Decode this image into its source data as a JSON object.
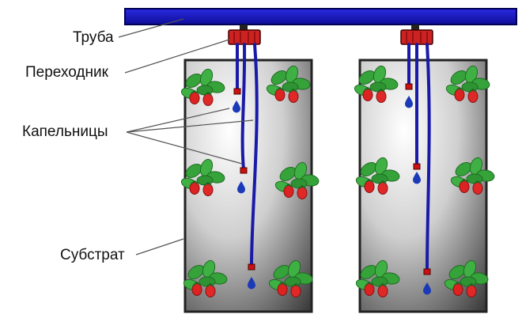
{
  "diagram": {
    "labels": {
      "pipe": "Труба",
      "adapter": "Переходник",
      "drippers": "Капельницы",
      "substrate": "Субстрат"
    }
  },
  "colors": {
    "pipe": "#1a1acc",
    "pipe_outline": "#000055",
    "adapter": "#cc2222",
    "dripper": "#cc1111",
    "tube": "#1a1aa8",
    "drop": "#1a3ab8",
    "bag_light": "#ffffff",
    "bag_dark": "#3a3a3a",
    "bag_border": "#222222",
    "leaf": "#35a33a",
    "strawberry": "#dd2222",
    "leader_line": "#555555"
  },
  "icons": {
    "plant": "strawberry-plant-icon",
    "drop": "water-drop-icon"
  }
}
